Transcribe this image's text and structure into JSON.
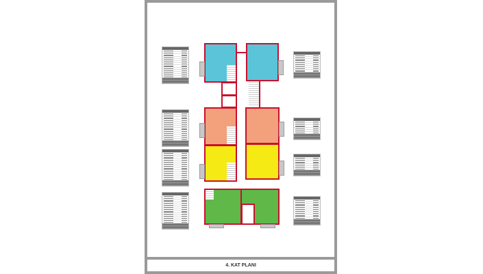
{
  "sheet": {
    "title": "4. KAT PLANI"
  },
  "colors": {
    "unit_top": "#5bc4d9",
    "unit_second": "#f3a07c",
    "unit_third": "#f5ea14",
    "unit_ground": "#5fb847",
    "walls": "#c8102e",
    "frame": "#9a9a9a"
  },
  "tables": {
    "left_count": 4,
    "right_count": 4
  }
}
